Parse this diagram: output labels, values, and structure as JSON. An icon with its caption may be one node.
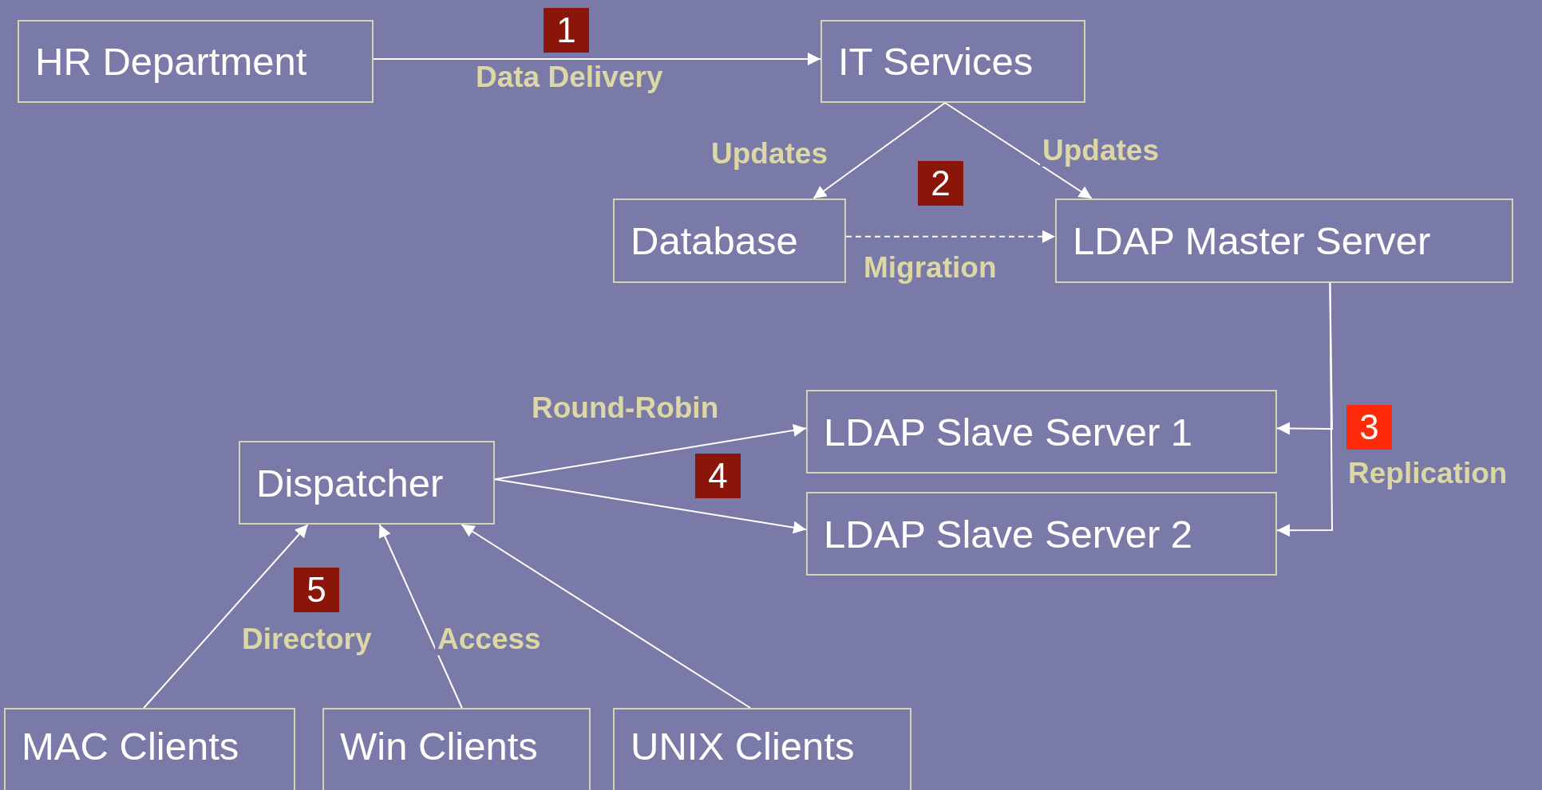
{
  "diagram": {
    "nodes": [
      {
        "text": [
          "HR Department"
        ]
      },
      {
        "text": [
          "IT Services"
        ]
      },
      {
        "text": [
          "Database"
        ]
      },
      {
        "text": [
          "LDAP Master Server"
        ]
      },
      {
        "text": [
          "LDAP Slave Server 1"
        ]
      },
      {
        "text": [
          "LDAP Slave Server 2"
        ]
      },
      {
        "text": [
          "Dispatcher"
        ]
      },
      {
        "text": [
          "MAC Clients"
        ]
      },
      {
        "text": [
          "Win Clients"
        ]
      },
      {
        "text": [
          "UNIX Clients"
        ]
      }
    ],
    "edges": [
      {
        "from": 0,
        "to": 1,
        "arrow": "to",
        "label": "Data Delivery"
      },
      {
        "from": 1,
        "to": 2,
        "arrow": "to",
        "label": "Updates"
      },
      {
        "from": 1,
        "to": 3,
        "arrow": "to",
        "label": "Updates"
      },
      {
        "from": 2,
        "to": 3,
        "arrow": "to",
        "label": "Migration",
        "style": "dashed"
      },
      {
        "from": 3,
        "to": 4,
        "arrow": "to"
      },
      {
        "from": 3,
        "to": 5,
        "arrow": "to",
        "label": "Replication"
      },
      {
        "from": 6,
        "to": 4,
        "arrow": "to",
        "label": "Round-Robin"
      },
      {
        "from": 6,
        "to": 5,
        "arrow": "to"
      },
      {
        "from": 7,
        "to": 6,
        "arrow": "to",
        "label": "Directory"
      },
      {
        "from": 8,
        "to": 6,
        "arrow": "to",
        "label": "Access"
      },
      {
        "from": 9,
        "to": 6,
        "arrow": "to"
      }
    ],
    "labels": [
      "1",
      "2",
      "3",
      "4",
      "5"
    ]
  }
}
